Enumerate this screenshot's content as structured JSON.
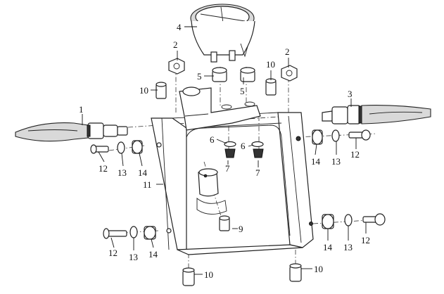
{
  "callouts": {
    "c4": "4",
    "c2_left": "2",
    "c2_right": "2",
    "c10_left_top": "10",
    "c10_right_top": "10",
    "c5_left": "5",
    "c5_right": "5",
    "c1": "1",
    "c3": "3",
    "c6_left": "6",
    "c6_right": "6",
    "c7_left": "7",
    "c7_right": "7",
    "c12_left": "12",
    "c13_left": "13",
    "c14_left": "14",
    "c14_right": "14",
    "c13_right": "13",
    "c12_right": "12",
    "c11": "11",
    "c9": "9",
    "c12_bottom_left": "12",
    "c13_bottom_left": "13",
    "c14_bottom_left": "14",
    "c14_bottom_right": "14",
    "c13_bottom_right": "13",
    "c12_bottom_right": "12",
    "c10_bottom_left": "10",
    "c10_bottom_right": "10"
  }
}
